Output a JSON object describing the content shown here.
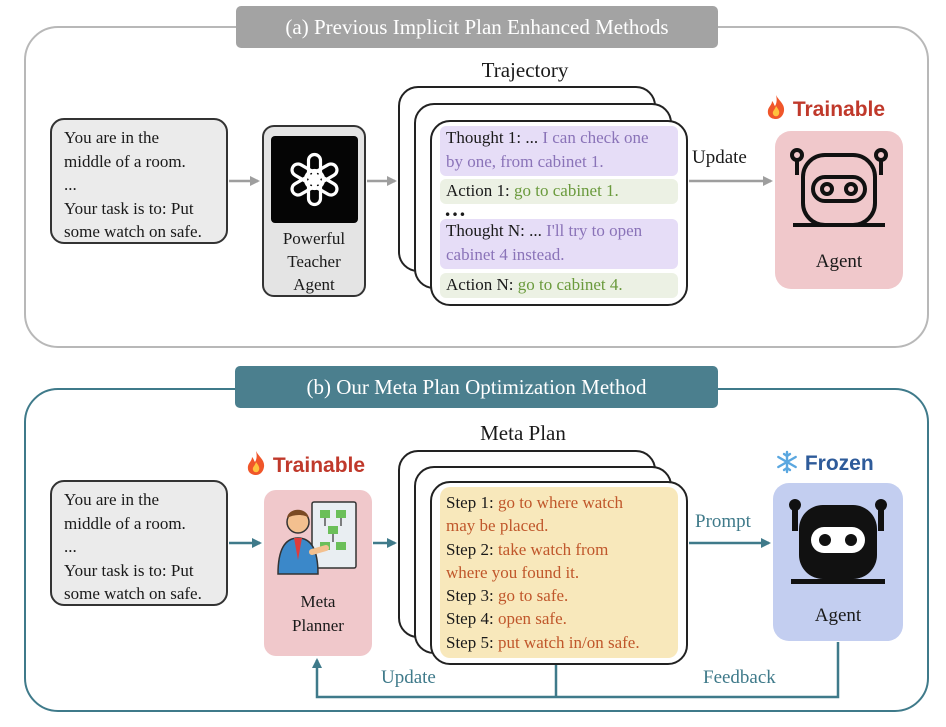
{
  "top": {
    "title": "(a) Previous Implicit Plan Enhanced Methods",
    "task_lines": [
      "You are in the",
      "middle of a room.",
      "...",
      "Your task is to: Put",
      "some watch on safe."
    ],
    "teacher_label": [
      "Powerful",
      "Teacher",
      "Agent"
    ],
    "trajectory_title": "Trajectory",
    "traj": {
      "t1_prefix": "Thought 1: ...",
      "t1_rest": " I can check one",
      "t1_line2": "by one, from cabinet 1.",
      "a1_prefix": "Action 1:",
      "a1_text": " go to cabinet 1.",
      "ellipsis": "…",
      "tn_prefix": "Thought N: ...",
      "tn_rest": " I'll try to open",
      "tn_line2": "cabinet 4 instead.",
      "an_prefix": "Action N:",
      "an_text": " go to cabinet 4."
    },
    "update_label": "Update",
    "status": "Trainable",
    "agent_label": "Agent"
  },
  "bottom": {
    "title": "(b) Our Meta Plan Optimization Method",
    "task_lines": [
      "You are in the",
      "middle of a room.",
      "...",
      "Your task is to: Put",
      "some watch on safe."
    ],
    "planner_status": "Trainable",
    "planner_label": [
      "Meta",
      "Planner"
    ],
    "meta_plan_title": "Meta Plan",
    "steps": [
      {
        "prefix": "Step 1:",
        "text": " go to where watch"
      },
      {
        "prefix": "",
        "text": "may be placed."
      },
      {
        "prefix": "Step 2:",
        "text": " take watch from"
      },
      {
        "prefix": "",
        "text": "where you found it."
      },
      {
        "prefix": "Step 3:",
        "text": " go to safe."
      },
      {
        "prefix": "Step 4:",
        "text": " open safe."
      },
      {
        "prefix": "Step 5:",
        "text": " put watch in/on safe."
      }
    ],
    "prompt_label": "Prompt",
    "agent_status": "Frozen",
    "agent_label": "Agent",
    "update_label": "Update",
    "feedback_label": "Feedback"
  },
  "colors": {
    "trainable": "#c0392b",
    "frozen": "#2e5b9a",
    "teal": "#3f7a8a"
  },
  "icons": [
    "fire-icon",
    "snowflake-icon",
    "openai-logo-icon",
    "robot-icon",
    "meta-planner-person-icon"
  ]
}
